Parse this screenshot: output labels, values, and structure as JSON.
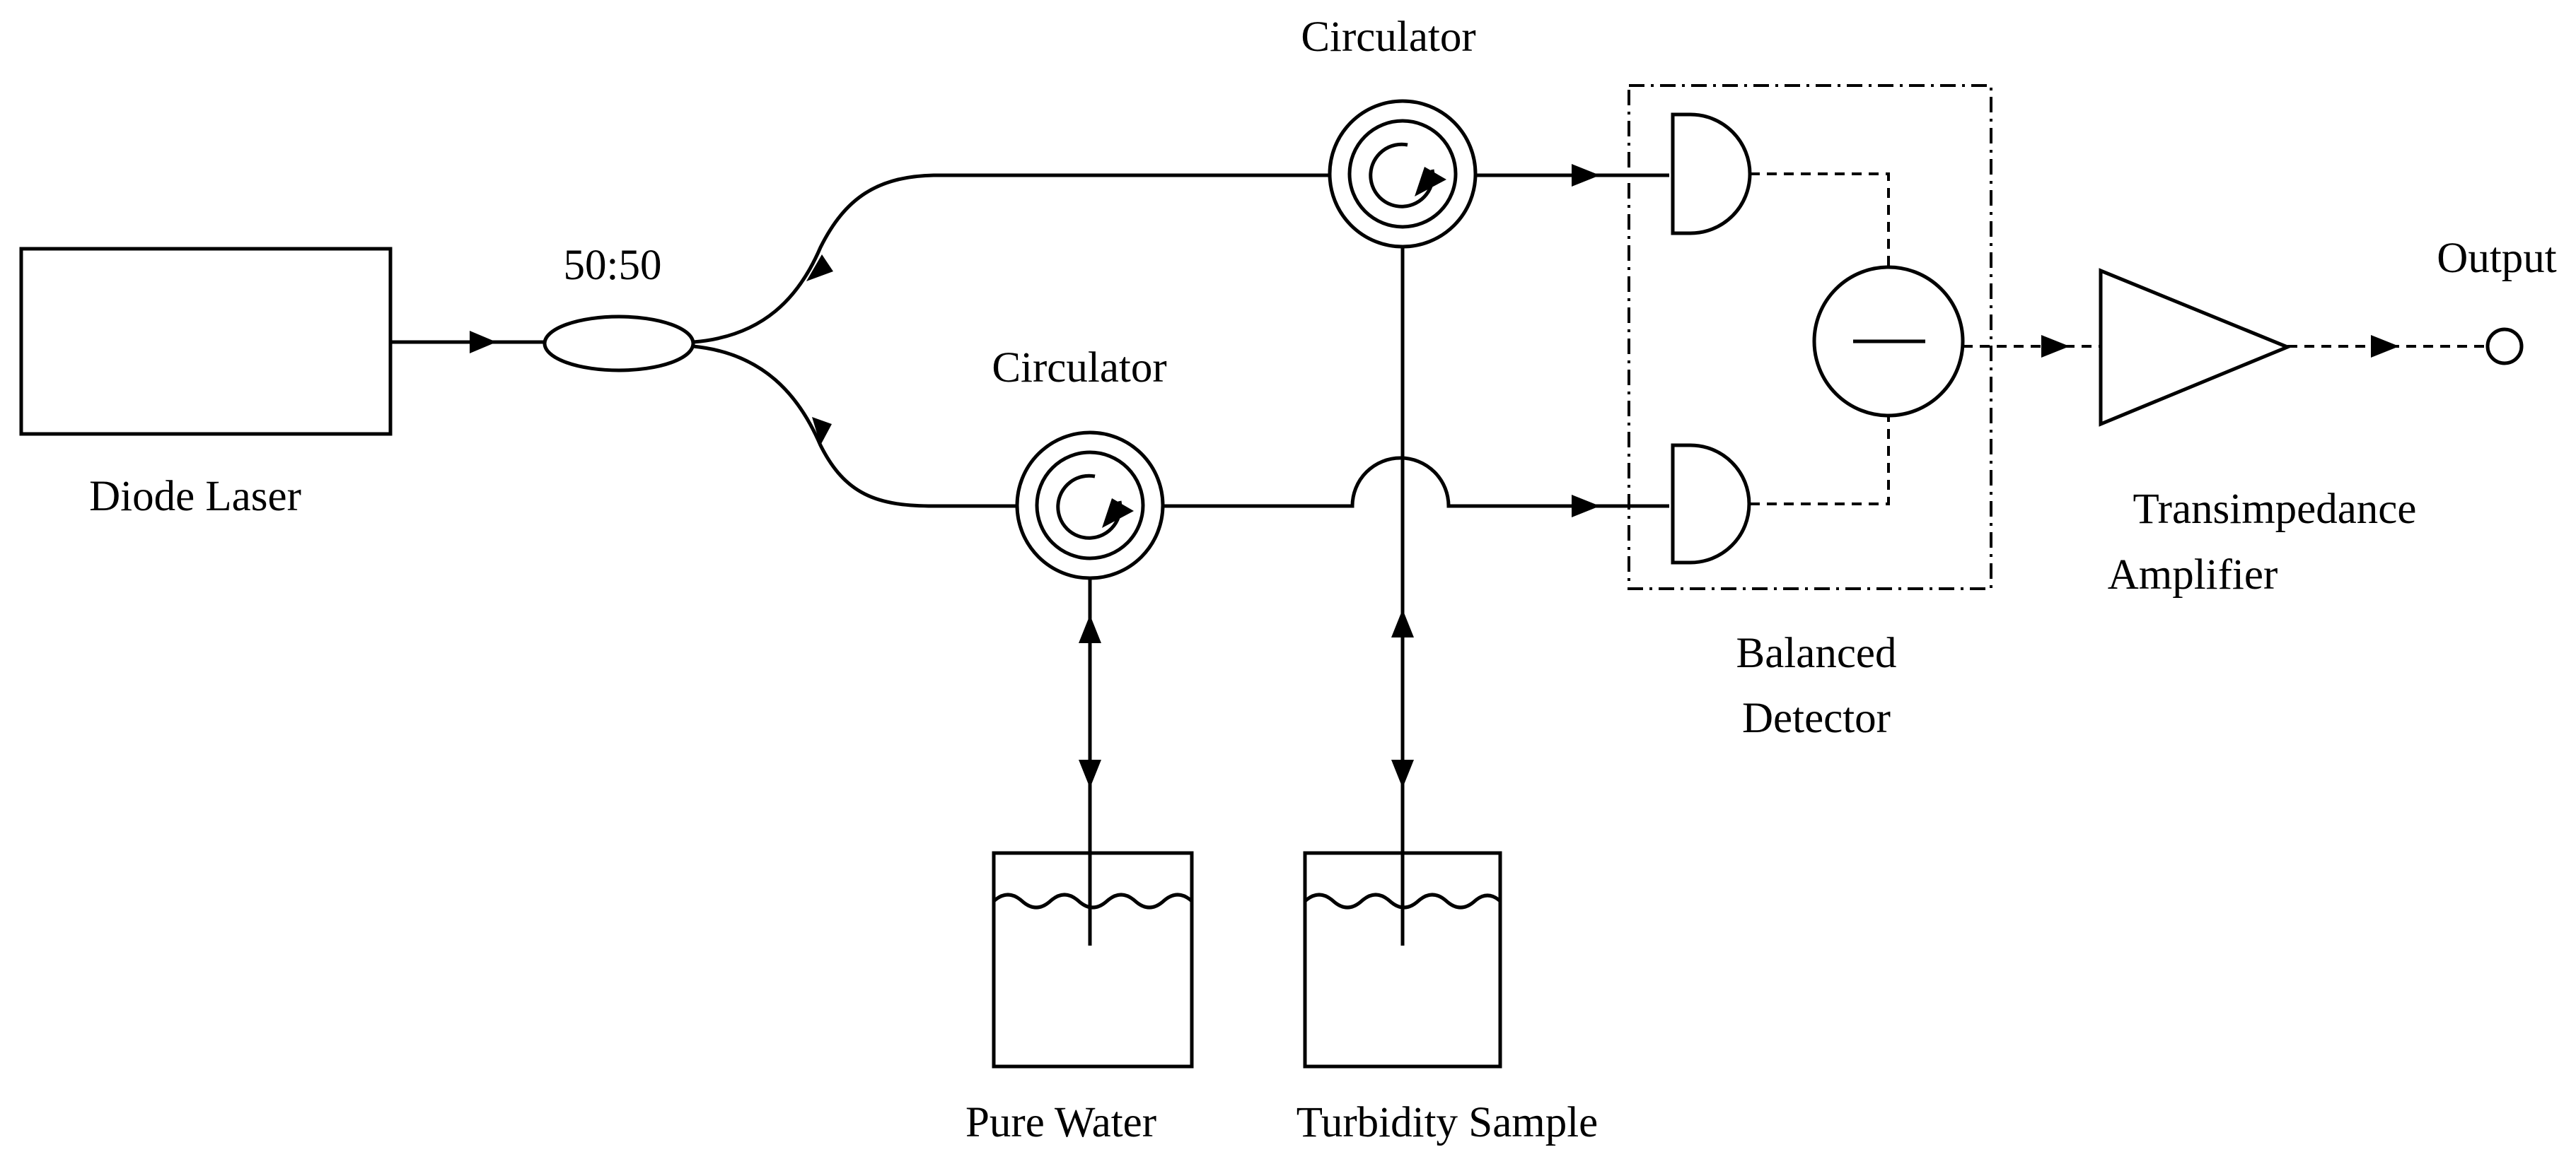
{
  "labels": {
    "diode_laser": "Diode Laser",
    "coupler": "50:50",
    "circulator_top": "Circulator",
    "circulator_bottom": "Circulator",
    "pure_water": "Pure Water",
    "turbidity_sample": "Turbidity  Sample",
    "balanced_detector_line1": "Balanced",
    "balanced_detector_line2": "Detector",
    "tia_line1": "Transimpedance",
    "tia_line2": "Amplifier",
    "output": "Output"
  },
  "colors": {
    "ink": "#000000",
    "background": "#ffffff"
  }
}
